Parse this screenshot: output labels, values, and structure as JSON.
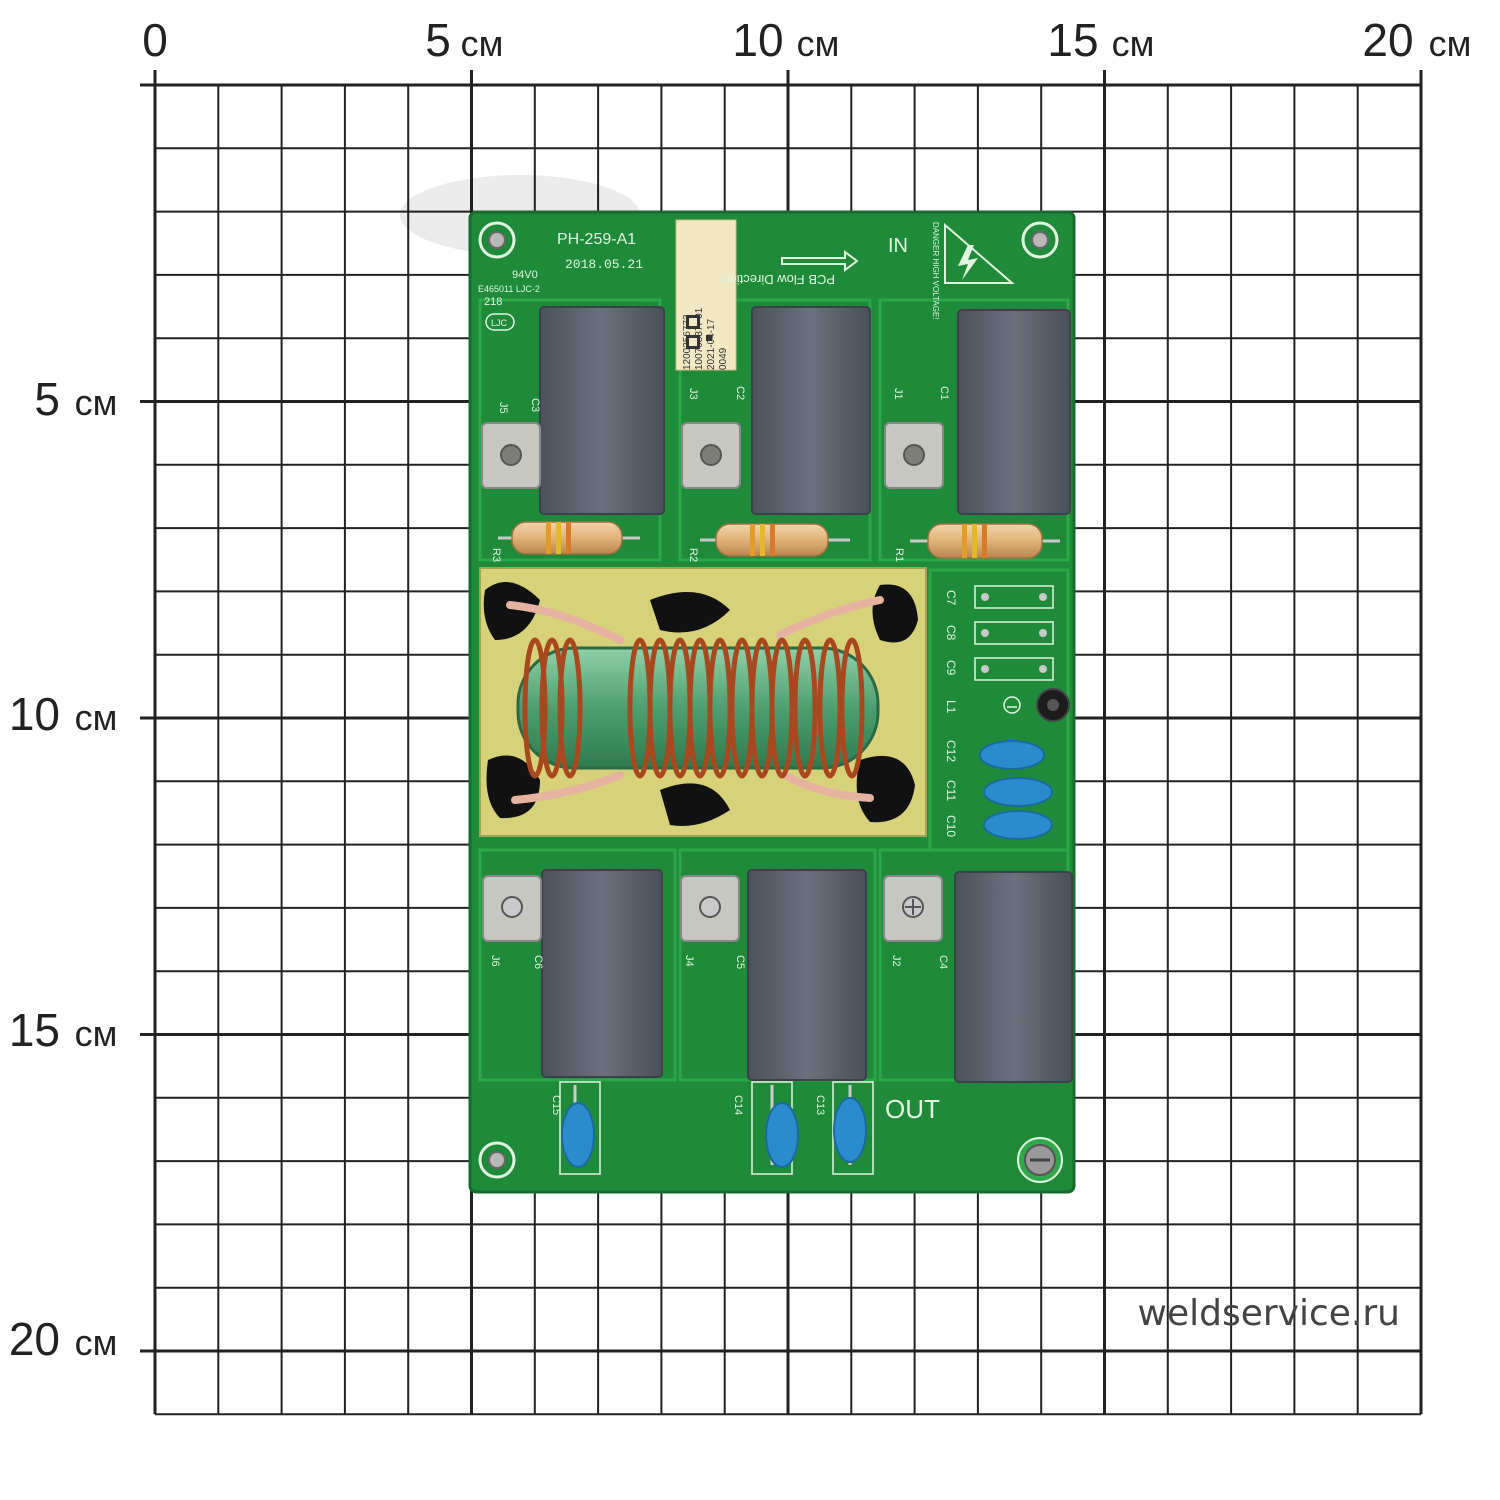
{
  "ruler": {
    "unit": "см",
    "top": [
      "0",
      "5",
      "10",
      "15",
      "20"
    ],
    "left": [
      "5",
      "10",
      "15",
      "20"
    ]
  },
  "board": {
    "model": "PH-259-A1",
    "date": "2018.05.21",
    "ul_code": "94V0",
    "cert": "E465011 LJC-2",
    "batch": "218",
    "maker": "LJC",
    "label_lines": [
      "1200356773",
      "10070837P01",
      "2021-04-17",
      "0049"
    ],
    "flow_text": "PCB Flow Direction",
    "in_text": "IN",
    "out_text": "OUT",
    "warning_text": "DANGER HIGH VOLTAGE!",
    "top_cap_labels": [
      "J5",
      "C3",
      "J3",
      "C2",
      "J1",
      "C1"
    ],
    "bottom_cap_labels": [
      "J6",
      "C6",
      "J4",
      "C5",
      "J2",
      "C4"
    ],
    "resistor_labels": [
      "R3",
      "R2",
      "R1"
    ],
    "side_labels": [
      "C7",
      "C8",
      "C9",
      "L1",
      "C12",
      "C11",
      "C10"
    ],
    "y_cap_labels": [
      "C15",
      "C14",
      "C13"
    ]
  },
  "watermark": "weldservice.ru",
  "colors": {
    "pcb": "#1f8a3a",
    "pcb_trace": "#2ea84a",
    "capacitor": "#5d6470",
    "insulator": "#d7d27a",
    "copper": "#a8481f",
    "y_cap": "#2a8ccc"
  }
}
